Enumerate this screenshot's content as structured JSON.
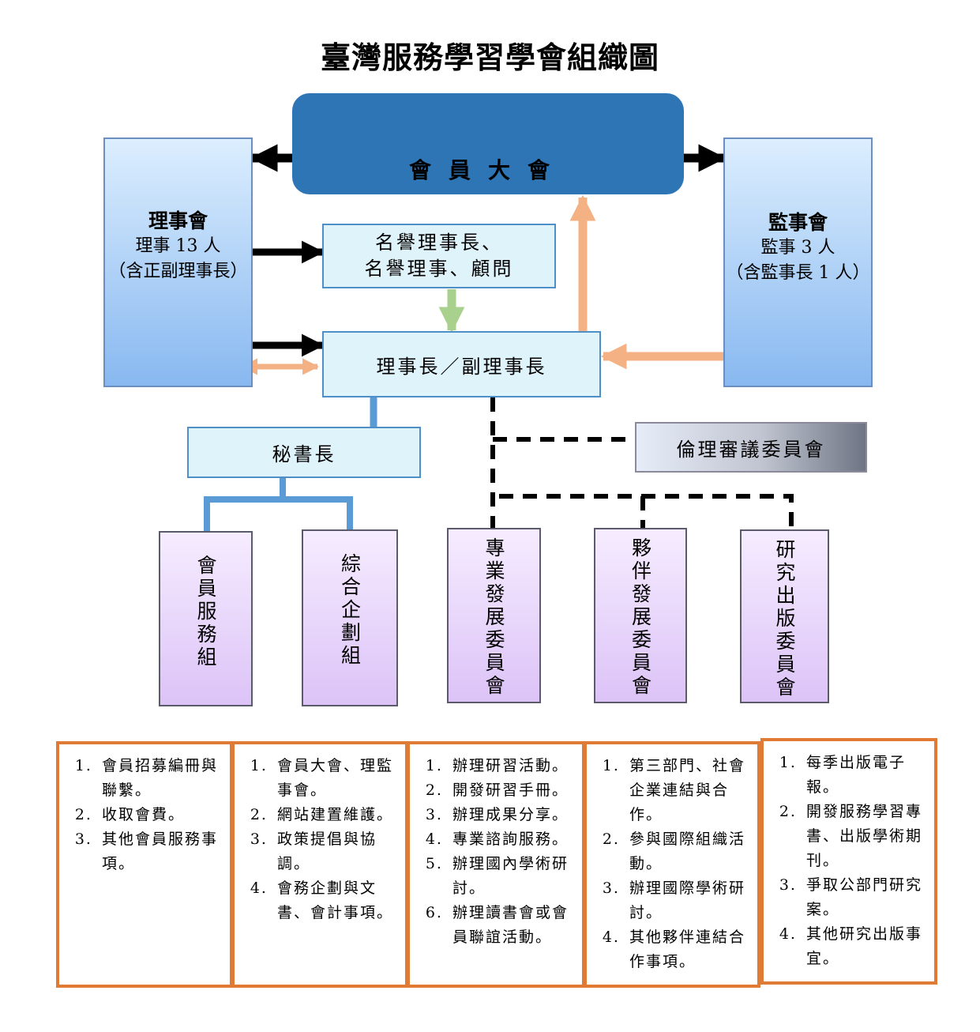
{
  "title": "臺灣服務學習學會組織圖",
  "general_assembly": "會員大會",
  "board": {
    "name": "理事會",
    "line1": "理事 13 人",
    "line2": "（含正副理事長）"
  },
  "supervisors": {
    "name": "監事會",
    "line1": "監事 3 人",
    "line2": "（含監事長 1 人）"
  },
  "honorary": {
    "line1": "名譽理事長、",
    "line2": "名譽理事、顧問"
  },
  "chair": "理事長／副理事長",
  "secretary_general": "秘書長",
  "ethics_committee": "倫理審議委員會",
  "units": [
    {
      "label": "會員服務組"
    },
    {
      "label": "綜合企劃組"
    },
    {
      "label": "專業發展委員會"
    },
    {
      "label": "夥伴發展委員會"
    },
    {
      "label": "研究出版委員會"
    }
  ],
  "duties": [
    [
      "會員招募編冊與聯繫。",
      "收取會費。",
      "其他會員服務事項。"
    ],
    [
      "會員大會、理監事會。",
      "網站建置維護。",
      "政策提倡與協調。",
      "會務企劃與文書、會計事項。"
    ],
    [
      "辦理研習活動。",
      "開發研習手冊。",
      "辦理成果分享。",
      "專業諮詢服務。",
      "辦理國內學術研討。",
      "辦理讀書會或會員聯誼活動。"
    ],
    [
      "第三部門、社會企業連結與合作。",
      "參與國際組織活動。",
      "辦理國際學術研討。",
      "其他夥伴連結合作事項。"
    ],
    [
      "每季出版電子報。",
      "開發服務學習專書、出版學術期刊。",
      "爭取公部門研究案。",
      "其他研究出版事宜。"
    ]
  ]
}
